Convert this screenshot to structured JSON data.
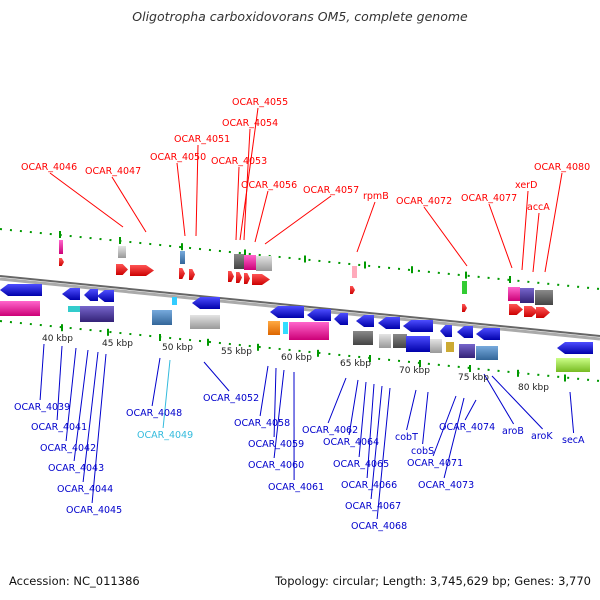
{
  "title": "Oligotropha carboxidovorans OM5, complete genome",
  "footer": {
    "accession": "Accession: NC_011386",
    "topology": "Topology: circular; Length: 3,745,629 bp; Genes: 3,770"
  },
  "scale_labels": [
    "40 kbp",
    "45 kbp",
    "50 kbp",
    "55 kbp",
    "60 kbp",
    "65 kbp",
    "70 kbp",
    "75 kbp",
    "80 kbp"
  ],
  "top_labels": [
    "OCAR_4046",
    "OCAR_4047",
    "OCAR_4050",
    "OCAR_4051",
    "OCAR_4053",
    "OCAR_4054",
    "OCAR_4055",
    "OCAR_4056",
    "OCAR_4057",
    "rpmB",
    "OCAR_4072",
    "OCAR_4077",
    "xerD",
    "accA",
    "OCAR_4080"
  ],
  "bottom_labels": [
    "OCAR_4039",
    "OCAR_4041",
    "OCAR_4042",
    "OCAR_4043",
    "OCAR_4044",
    "OCAR_4045",
    "OCAR_4048",
    "OCAR_4049",
    "OCAR_4052",
    "OCAR_4058",
    "OCAR_4059",
    "OCAR_4060",
    "OCAR_4061",
    "OCAR_4062",
    "OCAR_4064",
    "OCAR_4065",
    "OCAR_4066",
    "OCAR_4067",
    "OCAR_4068",
    "cobT",
    "cobS",
    "OCAR_4071",
    "OCAR_4073",
    "OCAR_4074",
    "aroB",
    "aroK",
    "secA"
  ],
  "colors": {
    "forward_gene": "#ff0000",
    "reverse_gene": "#0000cc",
    "highlight_label": "#33bbdd",
    "tick": "#009900",
    "backbone": "#888888"
  }
}
